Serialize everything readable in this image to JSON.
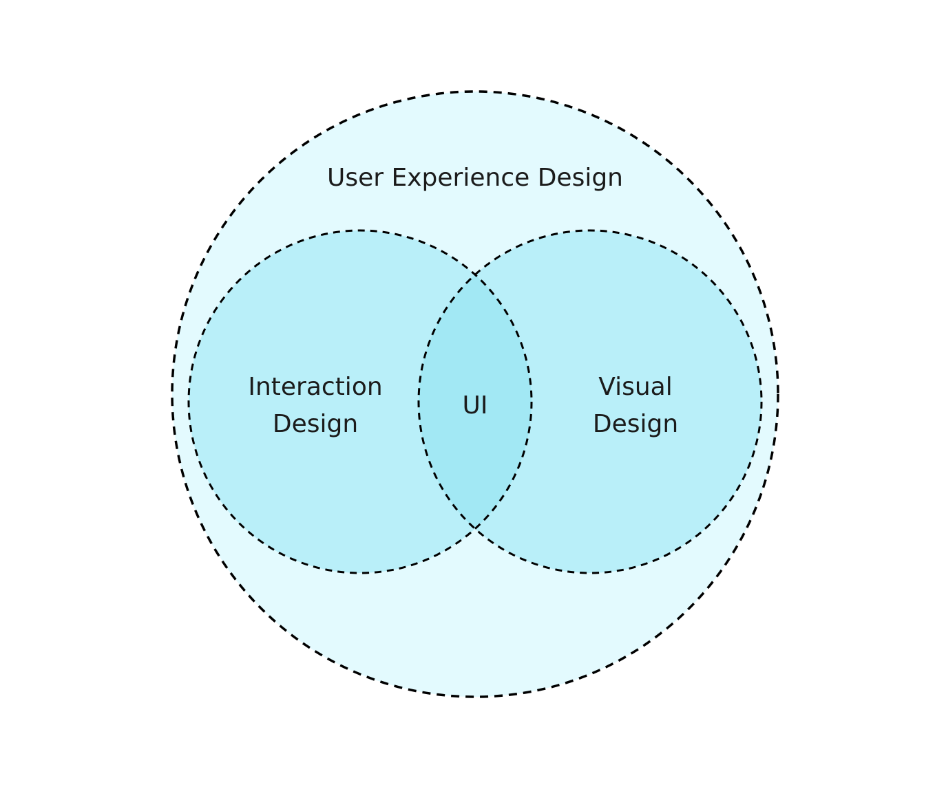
{
  "diagram": {
    "outer": {
      "label": "User Experience Design",
      "fill": "#e3fafe"
    },
    "left": {
      "label_line1": "Interaction",
      "label_line2": "Design",
      "fill": "#b9eff9"
    },
    "right": {
      "label_line1": "Visual",
      "label_line2": "Design",
      "fill": "#b9eff9"
    },
    "intersection": {
      "label": "UI",
      "fill": "#a2e8f4"
    },
    "stroke_color": "#000000"
  }
}
